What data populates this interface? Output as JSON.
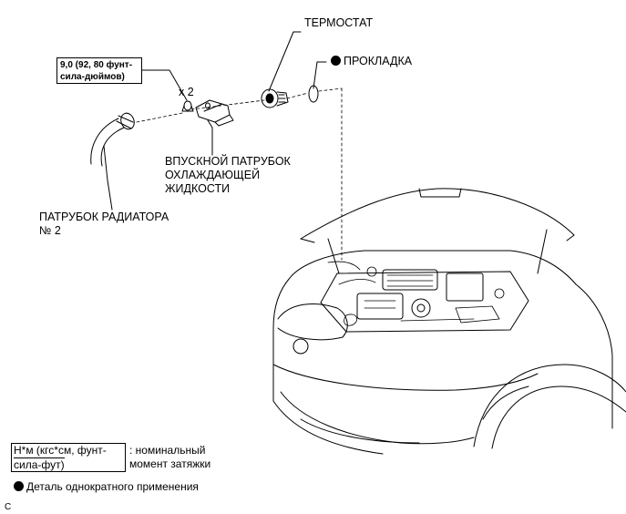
{
  "torque_spec": {
    "line1": "9,0 (92, 80 фунт-",
    "line2": "сила-дюймов)"
  },
  "quantity_label": "x 2",
  "labels": {
    "thermostat": "ТЕРМОСТАТ",
    "gasket": "ПРОКЛАДКА",
    "inlet_line1": "ВПУСКНОЙ ПАТРУБОК",
    "inlet_line2": "ОХЛАЖДАЮЩЕЙ",
    "inlet_line3": "ЖИДКОСТИ",
    "radiator_line1": "ПАТРУБОК РАДИАТОРА",
    "radiator_line2": "№ 2"
  },
  "legend": {
    "box_line1": "Н*м (кгс*см, фунт-",
    "box_line2": "сила-фут)",
    "desc_line1": ": номинальный",
    "desc_line2": "момент затяжки",
    "non_reusable": "Деталь однократного применения"
  },
  "corner_code": "C",
  "icons": {
    "non_reusable_marker": "filled-circle-icon"
  }
}
